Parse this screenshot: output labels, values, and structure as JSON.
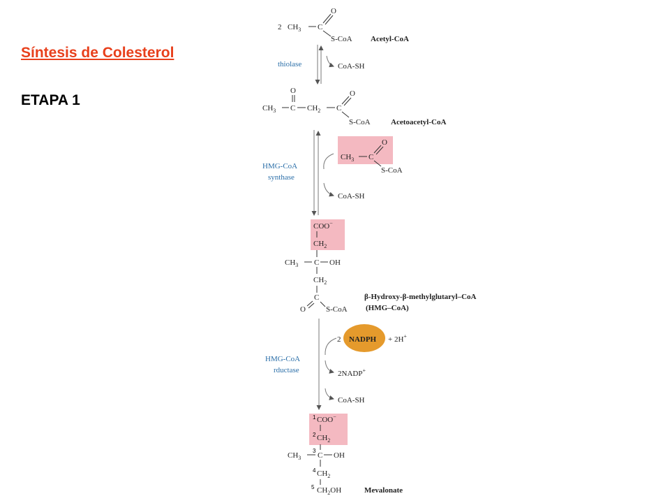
{
  "slide": {
    "title": "Síntesis de Colesterol",
    "stage": "ETAPA 1"
  },
  "colors": {
    "title": "#e8401c",
    "enzyme": "#2a6ea8",
    "highlight": "#f4b9c1",
    "nadph": "#e59a2c"
  },
  "pathway": {
    "acetyl_coa": {
      "coefficient": "2",
      "methyl": "CH",
      "methyl_sub": "3",
      "carbon": "C",
      "oxygen": "O",
      "thioester": "S-CoA",
      "name": "Acetyl-CoA"
    },
    "step1": {
      "enzyme": "thiolase",
      "product_side": "CoA-SH"
    },
    "acetoacetyl_coa": {
      "methyl": "CH",
      "methyl_sub": "3",
      "carbon": "C",
      "methylene": "CH",
      "methylene_sub": "2",
      "oxygen": "O",
      "thioester": "S-CoA",
      "name": "Acetoacetyl-CoA"
    },
    "step2": {
      "enzyme_line1": "HMG-CoA",
      "enzyme_line2": "synthase",
      "substrate_methyl": "CH",
      "substrate_methyl_sub": "3",
      "substrate_carbon": "C",
      "substrate_oxygen": "O",
      "substrate_thioester": "S-CoA",
      "product_side": "CoA-SH"
    },
    "hmg_coa": {
      "carboxylate": "COO",
      "charge": "−",
      "methylene": "CH",
      "methylene_sub": "2",
      "methyl": "CH",
      "methyl_sub": "3",
      "carbon": "C",
      "hydroxyl": "OH",
      "oxygen": "O",
      "thioester": "S-CoA",
      "name_line1": "β-Hydroxy-β-methylglutaryl–CoA",
      "name_line2": "(HMG–CoA)"
    },
    "step3": {
      "enzyme_line1": "HMG-CoA",
      "enzyme_line2": "rductase",
      "nadph_coef": "2",
      "nadph": "NADPH",
      "plus_h": "+ 2H",
      "plus_h_sup": "+",
      "nadp_out": "2NADP",
      "nadp_sup": "+",
      "coa_out": "CoA-SH"
    },
    "mevalonate": {
      "carboxylate": "COO",
      "charge": "−",
      "methylene": "CH",
      "methylene_sub": "2",
      "methyl": "CH",
      "methyl_sub": "3",
      "carbon": "C",
      "hydroxyl": "OH",
      "alcohol": "CH",
      "alcohol_sub": "2",
      "alcohol_oh": "OH",
      "n1": "1",
      "n2": "2",
      "n3": "3",
      "n4": "4",
      "n5": "5",
      "name": "Mevalonate"
    }
  }
}
